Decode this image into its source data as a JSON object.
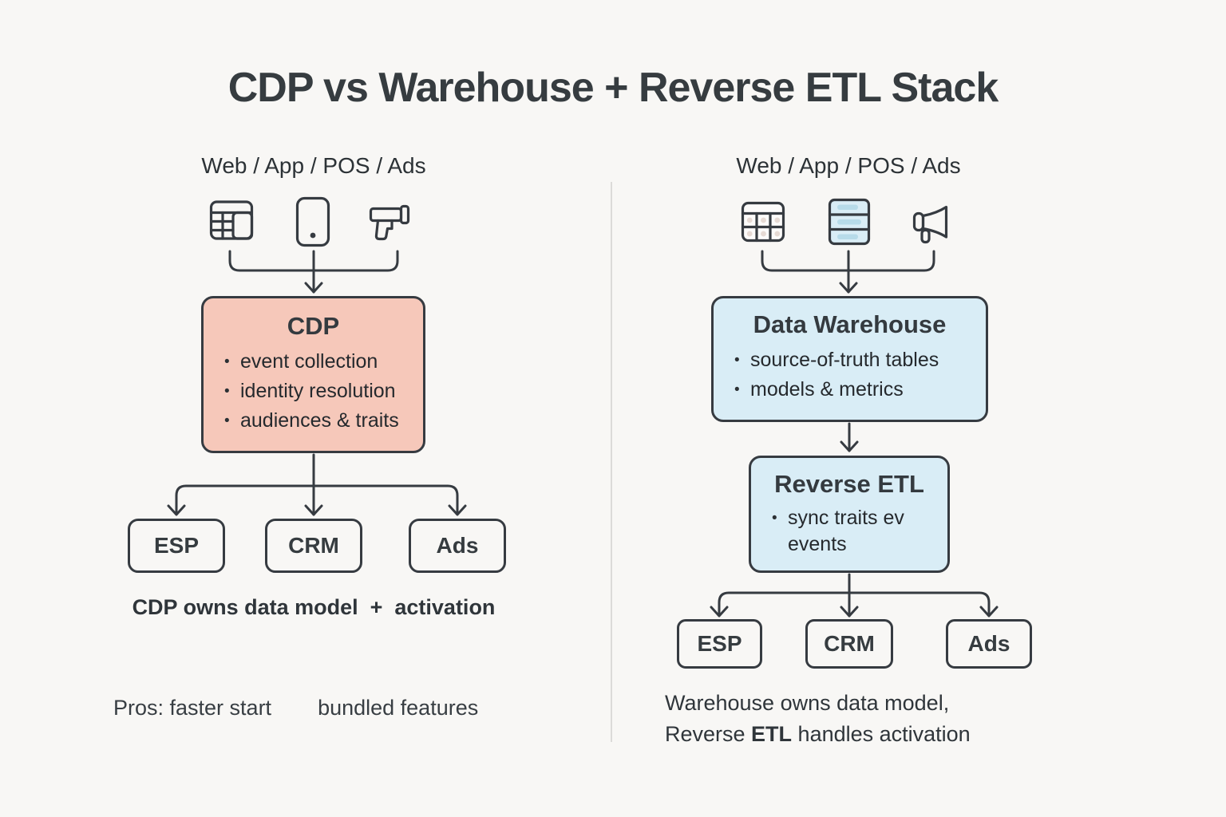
{
  "title": "CDP vs Warehouse + Reverse ETL Stack",
  "colors": {
    "background": "#f8f7f5",
    "stroke": "#363b41",
    "cdp_fill": "#f6c8ba",
    "warehouse_fill": "#d9edf6",
    "icon_bar_blue": "#b7dbe9",
    "icon_dot_pink": "#e6dad4",
    "divider": "#dcdbd9"
  },
  "left": {
    "sources_label": "Web / App / POS / Ads",
    "icons": [
      "browser-table-icon",
      "phone-icon",
      "barcode-scanner-icon"
    ],
    "cdp_box": {
      "title": "CDP",
      "bullets": [
        "event collection",
        "identity resolution",
        "audiences & traits"
      ]
    },
    "destinations": [
      "ESP",
      "CRM",
      "Ads"
    ],
    "caption": "CDP owns data model  +  activation",
    "pros_first": "Pros: faster start",
    "pros_second": "bundled features"
  },
  "right": {
    "sources_label": "Web / App / POS / Ads",
    "icons": [
      "table-grid-icon",
      "database-stack-icon",
      "megaphone-icon"
    ],
    "warehouse_box": {
      "title": "Data Warehouse",
      "bullets": [
        "source-of-truth tables",
        "models & metrics"
      ]
    },
    "reverse_etl_box": {
      "title": "Reverse ETL",
      "bullet_line_1": "sync traits ev",
      "bullet_line_2": "events"
    },
    "destinations": [
      "ESP",
      "CRM",
      "Ads"
    ],
    "caption_line_1": "Warehouse owns data model,",
    "caption_line_2_prefix": "Reverse ",
    "caption_line_2_bold": "ETL",
    "caption_line_2_suffix": " handles activation"
  }
}
